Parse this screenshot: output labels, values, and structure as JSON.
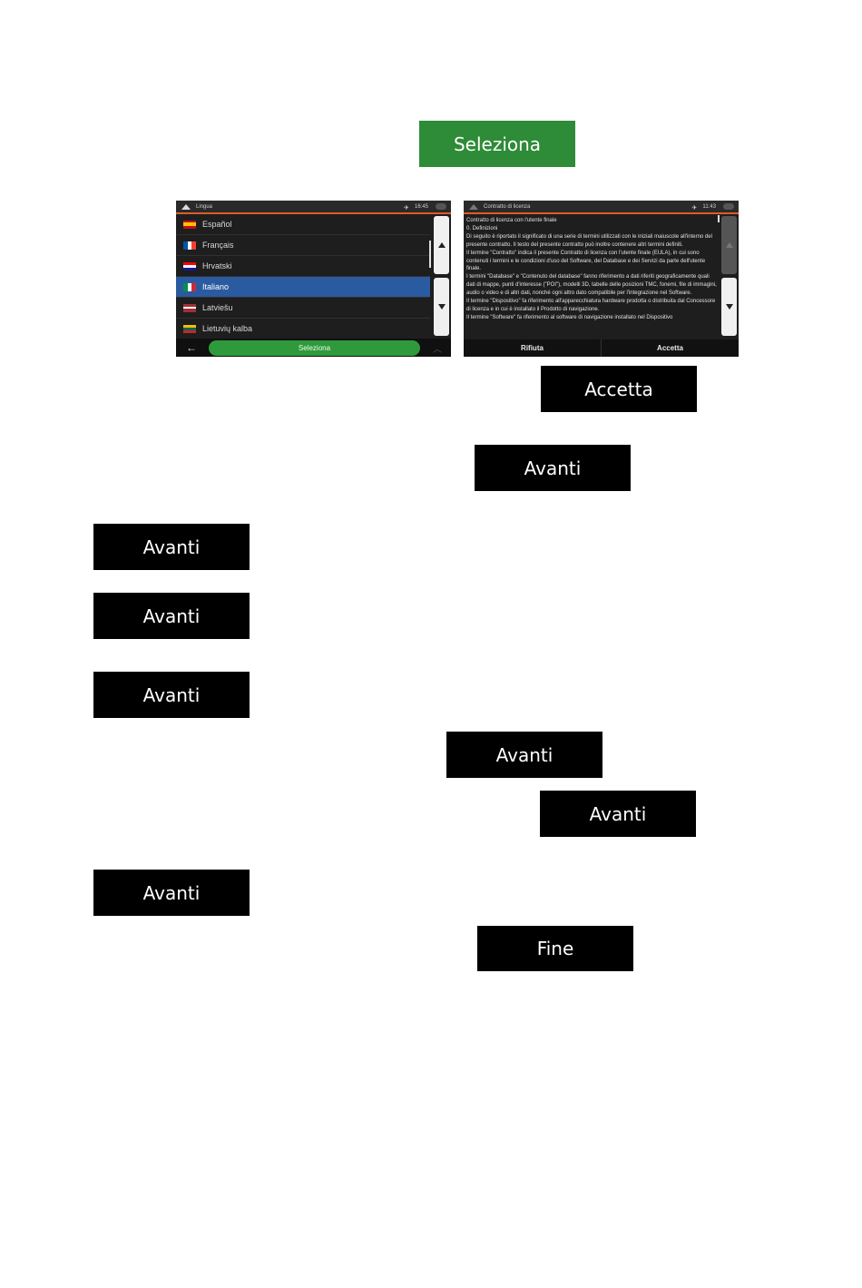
{
  "buttons": {
    "seleziona": "Seleziona",
    "accetta": "Accetta",
    "avanti": "Avanti",
    "fine": "Fine"
  },
  "language_screen": {
    "title": "Lingua",
    "time": "16:45",
    "languages": [
      {
        "label": "Español",
        "selected": false
      },
      {
        "label": "Français",
        "selected": false
      },
      {
        "label": "Hrvatski",
        "selected": false
      },
      {
        "label": "Italiano",
        "selected": true
      },
      {
        "label": "Latviešu",
        "selected": false
      },
      {
        "label": "Lietuvių kalba",
        "selected": false
      }
    ],
    "select_label": "Seleziona"
  },
  "license_screen": {
    "title": "Contratto di licenza",
    "time": "11:43",
    "text": [
      "Contratto di licenza con l'utente finale",
      "0. Definizioni",
      "Di seguito è riportato il significato di una serie di termini utilizzati con le iniziali maiuscole all'interno del presente contratto. Il testo del presente contratto può inoltre contenere altri termini definiti.",
      "Il termine \"Contratto\" indica il presente Contratto di licenza con l'utente finale (EULA), in cui sono contenuti i termini e le condizioni d'uso del Software, del Database e dei Servizi da parte dell'utente finale.",
      "I termini \"Database\" e \"Contenuto del database\" fanno riferimento a dati riferiti geograficamente quali dati di mappe, punti d'interesse (\"POI\"), modelli 3D, tabelle delle posizioni TMC, fonemi, file di immagini, audio o video e di altri dati, nonché ogni altro dato compatibile per l'integrazione nel Software.",
      "Il termine \"Dispositivo\" fa riferimento all'apparecchiatura hardware prodotta o distribuita dal Concessore di licenza e in cui è installato il Prodotto di navigazione.",
      "Il termine \"Software\" fa riferimento al software di navigazione installato nel Dispositivo"
    ],
    "reject_label": "Rifiuta",
    "accept_label": "Accetta"
  },
  "colors": {
    "green": "#2e8b37",
    "black": "#000000",
    "highlight": "#2a5aa0",
    "accent": "#e05a2a"
  }
}
